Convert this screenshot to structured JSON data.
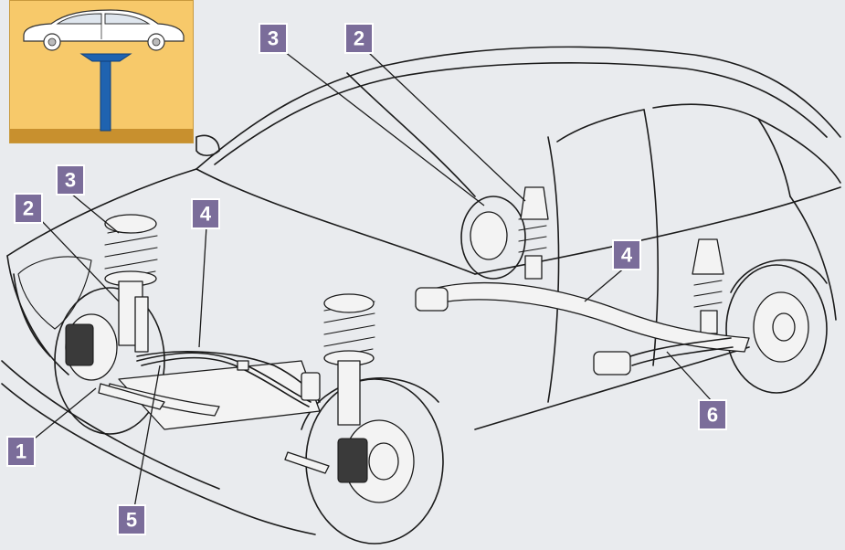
{
  "colors": {
    "background": "#e9ebee",
    "callout_fill": "#7b6d9a",
    "callout_text": "#ffffff",
    "inset_background": "#f7c96a",
    "lift_post": "#1f63b0",
    "floor": "#c8902e",
    "linework": "#1b1b1b"
  },
  "inset": {
    "icon": "car-on-lift-icon"
  },
  "callouts": [
    {
      "id": "front-1",
      "label": "1"
    },
    {
      "id": "front-2",
      "label": "2"
    },
    {
      "id": "front-3",
      "label": "3"
    },
    {
      "id": "front-4",
      "label": "4"
    },
    {
      "id": "front-5",
      "label": "5"
    },
    {
      "id": "rear-3",
      "label": "3"
    },
    {
      "id": "rear-2",
      "label": "2"
    },
    {
      "id": "rear-4",
      "label": "4"
    },
    {
      "id": "rear-6",
      "label": "6"
    }
  ]
}
